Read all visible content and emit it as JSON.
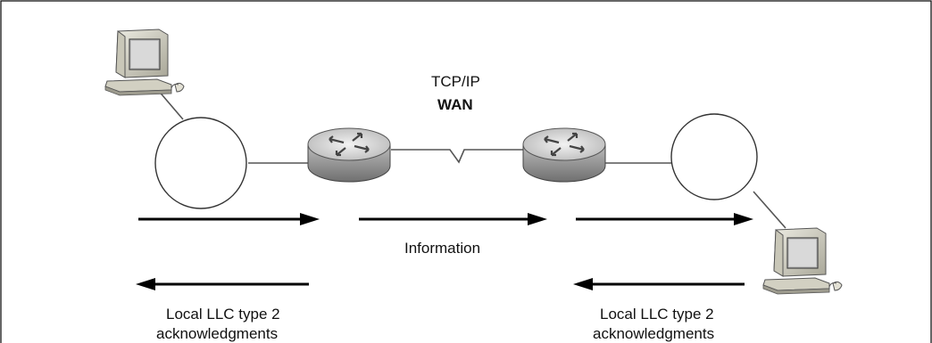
{
  "wan": {
    "protocol_label": "TCP/IP",
    "network_label": "WAN"
  },
  "info_label": "Information",
  "ack_left": {
    "line1": "Local LLC type 2",
    "line2": "acknowledgments"
  },
  "ack_right": {
    "line1": "Local LLC type 2",
    "line2": "acknowledgments"
  },
  "icons": [
    "computer-icon",
    "router-icon",
    "token-ring-icon"
  ],
  "colors": {
    "router_body": "#8f8f8f",
    "router_top": "#d4d4d4",
    "computer_beige": "#d8d6c8",
    "line": "#555555"
  }
}
